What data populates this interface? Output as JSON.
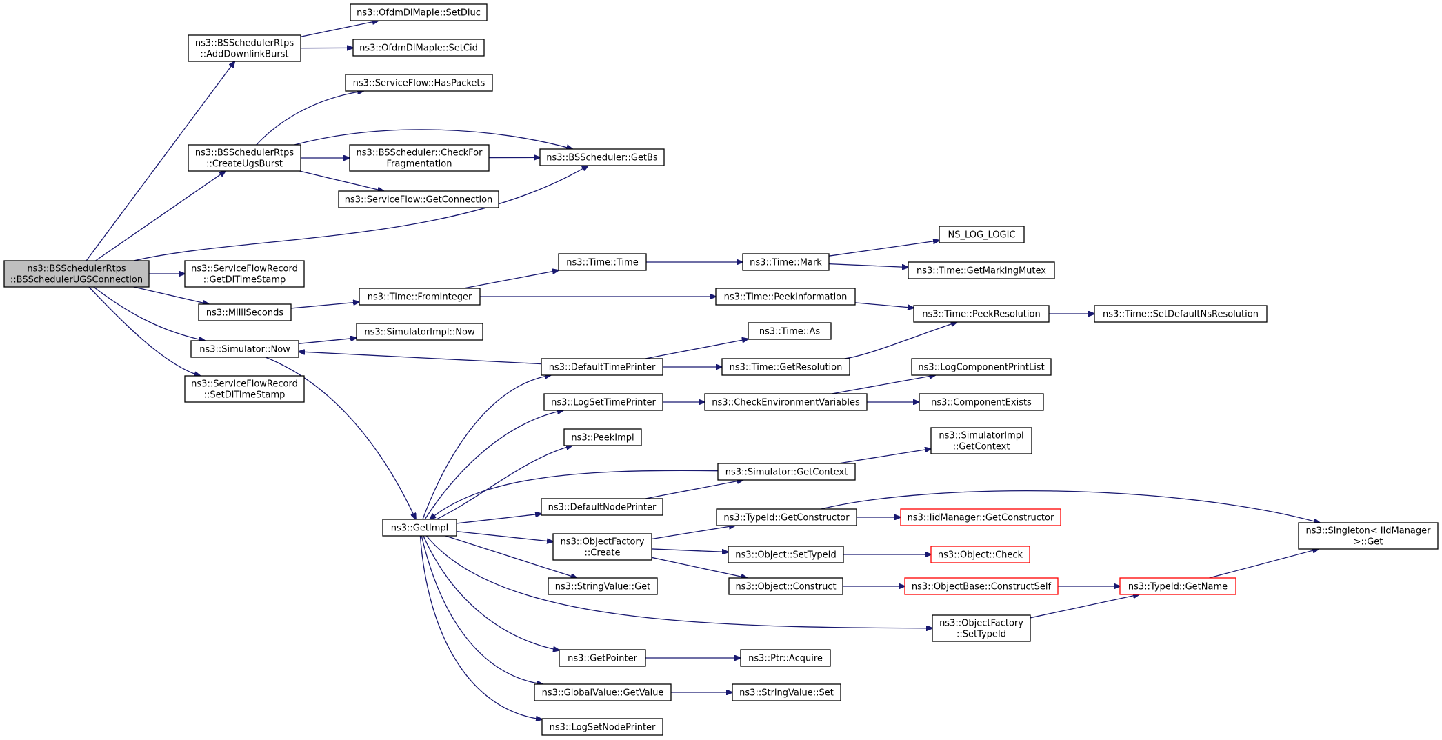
{
  "colors": {
    "edge": "#191970",
    "root_fill": "#bfbfbf",
    "node_fill": "#ffffff",
    "node_border": "#000000",
    "truncated_border": "#ff0000"
  },
  "nodes": {
    "root": {
      "label": [
        "ns3::BSSchedulerRtps",
        "::BSSchedulerUGSConnection"
      ]
    },
    "add_downlink_burst": {
      "label": [
        "ns3::BSSchedulerRtps",
        "::AddDownlinkBurst"
      ]
    },
    "set_diuc": {
      "label": [
        "ns3::OfdmDlMapIe::SetDiuc"
      ]
    },
    "set_cid": {
      "label": [
        "ns3::OfdmDlMapIe::SetCid"
      ]
    },
    "has_packets": {
      "label": [
        "ns3::ServiceFlow::HasPackets"
      ]
    },
    "create_ugs_burst": {
      "label": [
        "ns3::BSSchedulerRtps",
        "::CreateUgsBurst"
      ]
    },
    "check_for_fragmentation": {
      "label": [
        "ns3::BSScheduler::CheckFor",
        "Fragmentation"
      ]
    },
    "get_bs": {
      "label": [
        "ns3::BSScheduler::GetBs"
      ]
    },
    "get_connection": {
      "label": [
        "ns3::ServiceFlow::GetConnection"
      ]
    },
    "get_dl_timestamp": {
      "label": [
        "ns3::ServiceFlowRecord",
        "::GetDlTimeStamp"
      ]
    },
    "milliseconds": {
      "label": [
        "ns3::MilliSeconds"
      ]
    },
    "from_integer": {
      "label": [
        "ns3::Time::FromInteger"
      ]
    },
    "time_time": {
      "label": [
        "ns3::Time::Time"
      ]
    },
    "time_mark": {
      "label": [
        "ns3::Time::Mark"
      ]
    },
    "ns_log_logic": {
      "label": [
        "NS_LOG_LOGIC"
      ]
    },
    "get_marking_mutex": {
      "label": [
        "ns3::Time::GetMarkingMutex"
      ]
    },
    "peek_information": {
      "label": [
        "ns3::Time::PeekInformation"
      ]
    },
    "peek_resolution": {
      "label": [
        "ns3::Time::PeekResolution"
      ]
    },
    "set_default_ns_resolution": {
      "label": [
        "ns3::Time::SetDefaultNsResolution"
      ]
    },
    "simulator_now": {
      "label": [
        "ns3::Simulator::Now"
      ]
    },
    "simulatorimpl_now": {
      "label": [
        "ns3::SimulatorImpl::Now"
      ]
    },
    "set_dl_timestamp": {
      "label": [
        "ns3::ServiceFlowRecord",
        "::SetDlTimeStamp"
      ]
    },
    "default_time_printer": {
      "label": [
        "ns3::DefaultTimePrinter"
      ]
    },
    "time_as": {
      "label": [
        "ns3::Time::As"
      ]
    },
    "get_resolution": {
      "label": [
        "ns3::Time::GetResolution"
      ]
    },
    "log_set_time_printer": {
      "label": [
        "ns3::LogSetTimePrinter"
      ]
    },
    "check_env_vars": {
      "label": [
        "ns3::CheckEnvironmentVariables"
      ]
    },
    "log_component_print_list": {
      "label": [
        "ns3::LogComponentPrintList"
      ]
    },
    "component_exists": {
      "label": [
        "ns3::ComponentExists"
      ]
    },
    "peek_impl": {
      "label": [
        "ns3::PeekImpl"
      ]
    },
    "simulatorimpl_get_context": {
      "label": [
        "ns3::SimulatorImpl",
        "::GetContext"
      ]
    },
    "simulator_get_context": {
      "label": [
        "ns3::Simulator::GetContext"
      ]
    },
    "default_node_printer": {
      "label": [
        "ns3::DefaultNodePrinter"
      ]
    },
    "get_impl": {
      "label": [
        "ns3::GetImpl"
      ]
    },
    "typeid_get_constructor": {
      "label": [
        "ns3::TypeId::GetConstructor"
      ]
    },
    "iidmanager_get_constructor": {
      "label": [
        "ns3::IidManager::GetConstructor"
      ]
    },
    "singleton_get": {
      "label": [
        "ns3::Singleton< IidManager",
        ">::Get"
      ]
    },
    "object_factory_create": {
      "label": [
        "ns3::ObjectFactory",
        "::Create"
      ]
    },
    "object_set_type_id": {
      "label": [
        "ns3::Object::SetTypeId"
      ]
    },
    "object_check": {
      "label": [
        "ns3::Object::Check"
      ]
    },
    "string_value_get": {
      "label": [
        "ns3::StringValue::Get"
      ]
    },
    "object_construct": {
      "label": [
        "ns3::Object::Construct"
      ]
    },
    "object_base_construct_self": {
      "label": [
        "ns3::ObjectBase::ConstructSelf"
      ]
    },
    "typeid_get_name": {
      "label": [
        "ns3::TypeId::GetName"
      ]
    },
    "object_factory_set_type_id": {
      "label": [
        "ns3::ObjectFactory",
        "::SetTypeId"
      ]
    },
    "get_pointer": {
      "label": [
        "ns3::GetPointer"
      ]
    },
    "ptr_acquire": {
      "label": [
        "ns3::Ptr::Acquire"
      ]
    },
    "global_value_get_value": {
      "label": [
        "ns3::GlobalValue::GetValue"
      ]
    },
    "string_value_set": {
      "label": [
        "ns3::StringValue::Set"
      ]
    },
    "log_set_node_printer": {
      "label": [
        "ns3::LogSetNodePrinter"
      ]
    }
  }
}
